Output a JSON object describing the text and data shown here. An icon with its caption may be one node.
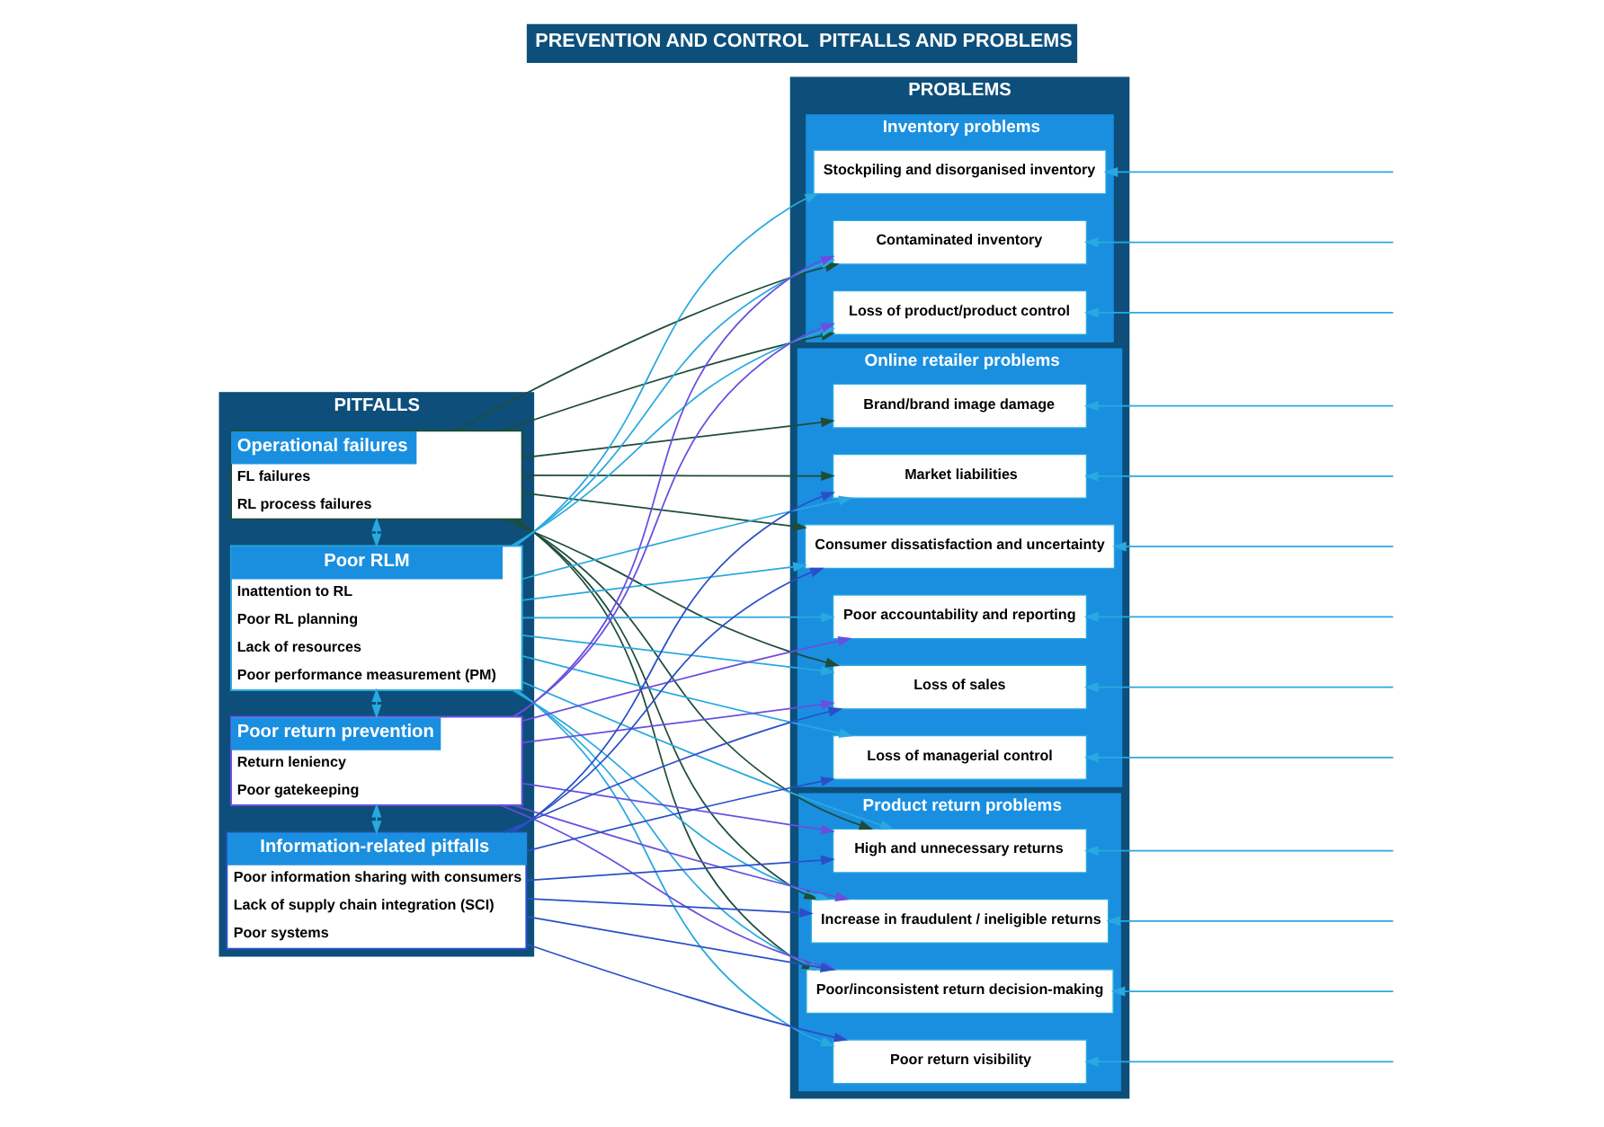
{
  "diagram": {
    "title": "PREVENTION AND CONTROL  PITFALLS AND PROBLEMS",
    "nodes": [
      {
        "text": [
          "PITFALLS"
        ]
      },
      {
        "text": [
          "Operational failures",
          "FL failures",
          "RL process failures"
        ],
        "in": 0
      },
      {
        "text": [
          "Poor RLM",
          "Inattention to RL",
          "Poor RL planning",
          "Lack of resources",
          "Poor performance measurement (PM)"
        ],
        "in": 0
      },
      {
        "text": [
          "Poor return prevention",
          "Return leniency",
          "Poor gatekeeping"
        ],
        "in": 0
      },
      {
        "text": [
          "Information-related pitfalls",
          "Poor information sharing with consumers",
          "Lack of supply chain integration (SCI)",
          "Poor systems"
        ],
        "in": 0
      },
      {
        "text": [
          "PROBLEMS"
        ]
      },
      {
        "text": [
          "Product return problems"
        ],
        "in": 5
      },
      {
        "text": [
          "High and unnecessary returns"
        ],
        "in": 6
      },
      {
        "text": [
          "Increase in fraudulent / ineligible returns"
        ],
        "in": 6
      },
      {
        "text": [
          "Poor return visibility"
        ],
        "in": 6
      },
      {
        "text": [
          "Poor/inconsistent return decision-making"
        ],
        "in": 6
      },
      {
        "text": [
          "Inventory problems"
        ],
        "in": 5
      },
      {
        "text": [
          "Stockpiling and disorganised inventory"
        ],
        "in": 11
      },
      {
        "text": [
          "Contaminated inventory"
        ],
        "in": 11
      },
      {
        "text": [
          "Loss of product/product control"
        ],
        "in": 11
      },
      {
        "text": [
          "Online retailer problems"
        ],
        "in": 5
      },
      {
        "text": [
          "Consumer dissatisfaction and uncertainty"
        ],
        "in": 15
      },
      {
        "text": [
          "Loss of sales"
        ],
        "in": 15
      },
      {
        "text": [
          "Brand/brand image damage"
        ],
        "in": 15
      },
      {
        "text": [
          "Market liabilities"
        ],
        "in": 15
      },
      {
        "text": [
          "Loss of managerial control"
        ],
        "in": 15
      },
      {
        "text": [
          "Poor accountability and reporting"
        ],
        "in": 15
      }
    ],
    "edges": [
      {
        "from": 1,
        "to": 2,
        "arrow": "both",
        "color": "#29a9e0"
      },
      {
        "from": 2,
        "to": 3,
        "arrow": "both",
        "color": "#29a9e0"
      },
      {
        "from": 3,
        "to": 4,
        "arrow": "both",
        "color": "#29a9e0"
      },
      {
        "from": 1,
        "to": 7,
        "arrow": "to",
        "color": "#1e4d3a"
      },
      {
        "from": 1,
        "to": 8,
        "arrow": "to",
        "color": "#1e4d3a"
      },
      {
        "from": 1,
        "to": 10,
        "arrow": "to",
        "color": "#1e4d3a"
      },
      {
        "from": 1,
        "to": 13,
        "arrow": "to",
        "color": "#1e4d3a"
      },
      {
        "from": 1,
        "to": 14,
        "arrow": "to",
        "color": "#1e4d3a"
      },
      {
        "from": 1,
        "to": 16,
        "arrow": "to",
        "color": "#1e4d3a"
      },
      {
        "from": 1,
        "to": 17,
        "arrow": "to",
        "color": "#1e4d3a"
      },
      {
        "from": 1,
        "to": 18,
        "arrow": "to",
        "color": "#1e4d3a"
      },
      {
        "from": 1,
        "to": 19,
        "arrow": "to",
        "color": "#1e4d3a"
      },
      {
        "from": 2,
        "to": 7,
        "arrow": "to",
        "color": "#29a9e0"
      },
      {
        "from": 2,
        "to": 8,
        "arrow": "to",
        "color": "#29a9e0"
      },
      {
        "from": 2,
        "to": 9,
        "arrow": "to",
        "color": "#29a9e0"
      },
      {
        "from": 2,
        "to": 10,
        "arrow": "to",
        "color": "#29a9e0"
      },
      {
        "from": 2,
        "to": 12,
        "arrow": "to",
        "color": "#29a9e0"
      },
      {
        "from": 2,
        "to": 13,
        "arrow": "to",
        "color": "#29a9e0"
      },
      {
        "from": 2,
        "to": 14,
        "arrow": "to",
        "color": "#29a9e0"
      },
      {
        "from": 2,
        "to": 16,
        "arrow": "to",
        "color": "#29a9e0"
      },
      {
        "from": 2,
        "to": 17,
        "arrow": "to",
        "color": "#29a9e0"
      },
      {
        "from": 2,
        "to": 19,
        "arrow": "to",
        "color": "#29a9e0"
      },
      {
        "from": 2,
        "to": 20,
        "arrow": "to",
        "color": "#29a9e0"
      },
      {
        "from": 2,
        "to": 21,
        "arrow": "to",
        "color": "#29a9e0"
      },
      {
        "from": 3,
        "to": 7,
        "arrow": "to",
        "color": "#6a4fe0"
      },
      {
        "from": 3,
        "to": 8,
        "arrow": "to",
        "color": "#6a4fe0"
      },
      {
        "from": 3,
        "to": 10,
        "arrow": "to",
        "color": "#6a4fe0"
      },
      {
        "from": 3,
        "to": 13,
        "arrow": "to",
        "color": "#6a4fe0"
      },
      {
        "from": 3,
        "to": 14,
        "arrow": "to",
        "color": "#6a4fe0"
      },
      {
        "from": 3,
        "to": 17,
        "arrow": "to",
        "color": "#6a4fe0"
      },
      {
        "from": 3,
        "to": 21,
        "arrow": "to",
        "color": "#6a4fe0"
      },
      {
        "from": 4,
        "to": 7,
        "arrow": "to",
        "color": "#2b4fc8"
      },
      {
        "from": 4,
        "to": 8,
        "arrow": "to",
        "color": "#2b4fc8"
      },
      {
        "from": 4,
        "to": 9,
        "arrow": "to",
        "color": "#2b4fc8"
      },
      {
        "from": 4,
        "to": 10,
        "arrow": "to",
        "color": "#2b4fc8"
      },
      {
        "from": 4,
        "to": 16,
        "arrow": "to",
        "color": "#2b4fc8"
      },
      {
        "from": 4,
        "to": 17,
        "arrow": "to",
        "color": "#2b4fc8"
      },
      {
        "from": 4,
        "to": 19,
        "arrow": "to",
        "color": "#2b4fc8"
      },
      {
        "from": 4,
        "to": 20,
        "arrow": "to",
        "color": "#2b4fc8"
      },
      {
        "from": null,
        "to": 7,
        "arrow": "to",
        "color": "#29a9e0"
      },
      {
        "from": null,
        "to": 8,
        "arrow": "to",
        "color": "#29a9e0"
      },
      {
        "from": null,
        "to": 9,
        "arrow": "to",
        "color": "#29a9e0"
      },
      {
        "from": null,
        "to": 10,
        "arrow": "to",
        "color": "#29a9e0"
      },
      {
        "from": null,
        "to": 12,
        "arrow": "to",
        "color": "#29a9e0"
      },
      {
        "from": null,
        "to": 13,
        "arrow": "to",
        "color": "#29a9e0"
      },
      {
        "from": null,
        "to": 14,
        "arrow": "to",
        "color": "#29a9e0"
      },
      {
        "from": null,
        "to": 16,
        "arrow": "to",
        "color": "#29a9e0"
      },
      {
        "from": null,
        "to": 17,
        "arrow": "to",
        "color": "#29a9e0"
      },
      {
        "from": null,
        "to": 18,
        "arrow": "to",
        "color": "#29a9e0"
      },
      {
        "from": null,
        "to": 19,
        "arrow": "to",
        "color": "#29a9e0"
      },
      {
        "from": null,
        "to": 20,
        "arrow": "to",
        "color": "#29a9e0"
      },
      {
        "from": null,
        "to": 21,
        "arrow": "to",
        "color": "#29a9e0"
      }
    ]
  }
}
